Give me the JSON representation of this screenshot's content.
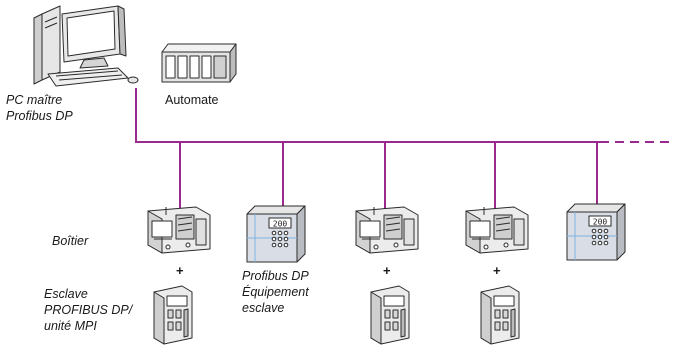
{
  "labels": {
    "pc_master": [
      "PC maître",
      "Profibus DP"
    ],
    "plc": "Automate",
    "enclosure": "Boîtier",
    "profibus_slave_equipment": [
      "Profibus DP",
      "Équipement",
      "esclave"
    ],
    "profibus_slave_unit": [
      "Esclave",
      "PROFIBUS DP/",
      "unité MPI"
    ],
    "plus_sign": "+"
  },
  "display_text": "200",
  "colors": {
    "bus": "#9b2a8f",
    "device_outline": "#2b2b2b",
    "device_fill": "#e8e8e8",
    "panel_fill": "#d8dde6",
    "screen_fill": "#dfe9f5",
    "accent_blue": "#7fb2e0"
  },
  "icons": [
    "computer-icon",
    "plc-icon",
    "drive-enclosure-icon",
    "profibus-module-icon",
    "slave-equipment-cabinet-icon"
  ]
}
